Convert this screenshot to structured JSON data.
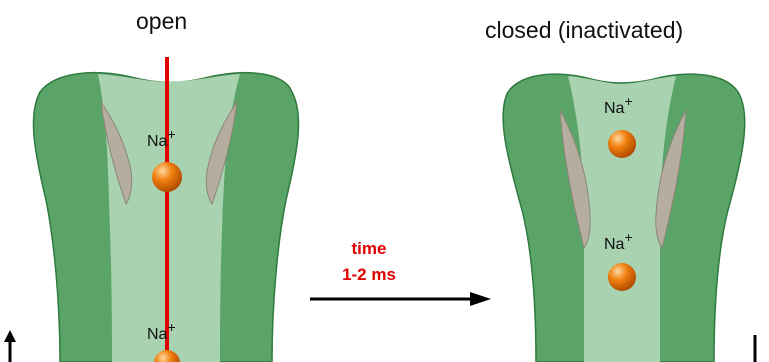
{
  "labels": {
    "open": "open",
    "closed": "closed (inactivated)",
    "time": "time",
    "duration": "1-2 ms"
  },
  "ion": {
    "symbol": "Na",
    "charge": "+"
  },
  "colors": {
    "outer_wall": "#5aa468",
    "outer_wall_stroke": "#2f7a3e",
    "pore": "#a8d2b0",
    "inner_grey": "#b5aea0",
    "ion_orange": "#f08010",
    "gate_line": "#e00000",
    "arrow": "#000000",
    "time_text": "#e00000"
  }
}
